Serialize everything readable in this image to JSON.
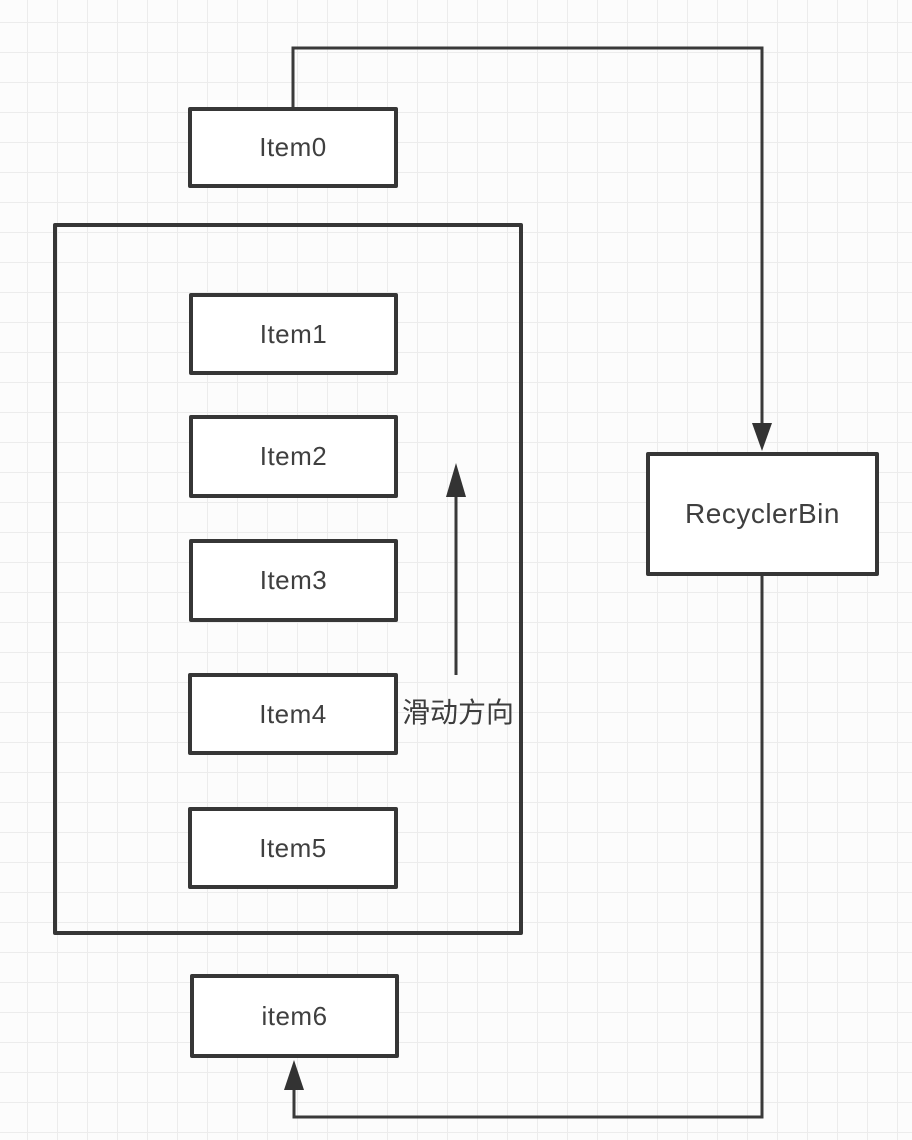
{
  "diagram": {
    "type": "flow-diagram",
    "nodes": {
      "item0": "Item0",
      "item1": "Item1",
      "item2": "Item2",
      "item3": "Item3",
      "item4": "Item4",
      "item5": "Item5",
      "item6": "item6",
      "recycler_bin": "RecyclerBin"
    },
    "container": {
      "contains": [
        "Item1",
        "Item2",
        "Item3",
        "Item4",
        "Item5"
      ]
    },
    "annotations": {
      "slide_direction": "滑动方向",
      "slide_direction_arrow": "up"
    },
    "edges": [
      {
        "from": "Item0",
        "to": "RecyclerBin",
        "style": "orthogonal-arrow"
      },
      {
        "from": "RecyclerBin",
        "to": "item6",
        "style": "orthogonal-arrow"
      }
    ],
    "colors": {
      "line": "#3a3a3a",
      "box_border": "#363636",
      "box_fill": "#ffffff",
      "grid_line": "#ececec",
      "background": "#fcfcfc",
      "text": "#3f3f3f"
    }
  }
}
